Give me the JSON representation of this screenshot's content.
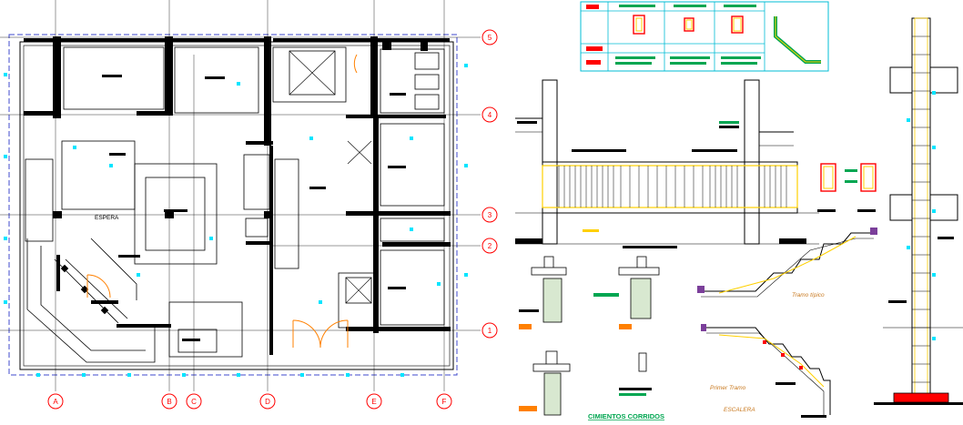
{
  "colors": {
    "background": "#ffffff",
    "wall": "#000000",
    "axis": "#ff0000",
    "dimension": "#00e5ff",
    "accent_yellow": "#ffd000",
    "accent_green": "#00a651",
    "accent_orange": "#ff8000",
    "dash_blue": "#3f48cc",
    "ink_orange": "#c8781e",
    "cyan_frame": "#00bcd4"
  },
  "plan": {
    "column_axes": [
      "A",
      "B",
      "C",
      "D",
      "E",
      "F"
    ],
    "row_axes": [
      "5",
      "4",
      "3",
      "2",
      "1"
    ],
    "room_label": "ESPERA"
  },
  "details": {
    "stair_label_typical": "Tramo típico",
    "stair_label_first": "Primer Tramo",
    "stair_title": "ESCALERA",
    "footing_title": "CIMIENTOS CORRIDOS"
  }
}
